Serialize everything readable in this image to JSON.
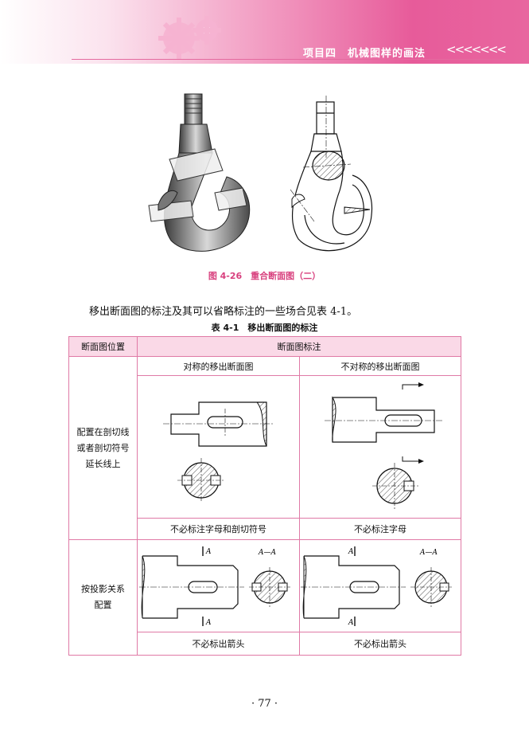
{
  "header": {
    "chapter": "项目四　机械图样的画法",
    "chevrons": "<<<<<<<"
  },
  "figure": {
    "caption": "图 4-26　重合断面图（二）"
  },
  "paragraph": "移出断面图的标注及其可以省略标注的一些场合见表 4-1。",
  "table": {
    "caption": "表 4-1　移出断面图的标注",
    "headers": [
      "断面图位置",
      "断面图标注"
    ],
    "subheaders": [
      "对称的移出断面图",
      "不对称的移出断面图"
    ],
    "rows": [
      {
        "label": "配置在剖切线或者剖切符号延长线上",
        "label_lines": [
          "配置在剖切线",
          "或者剖切符号",
          "延长线上"
        ],
        "notes": [
          "不必标注字母和剖切符号",
          "不必标注字母"
        ]
      },
      {
        "label": "按投影关系配置",
        "label_lines": [
          "按投影关系",
          "配置"
        ],
        "notes": [
          "不必标出箭头",
          "不必标出箭头"
        ]
      }
    ],
    "section_labels": {
      "cut_letter": "A",
      "view_label": "A—A"
    }
  },
  "page_number": "· 77 ·",
  "colors": {
    "accent": "#e75b9a",
    "table_border": "#e07aa6",
    "header_fill": "#fad9e7"
  }
}
